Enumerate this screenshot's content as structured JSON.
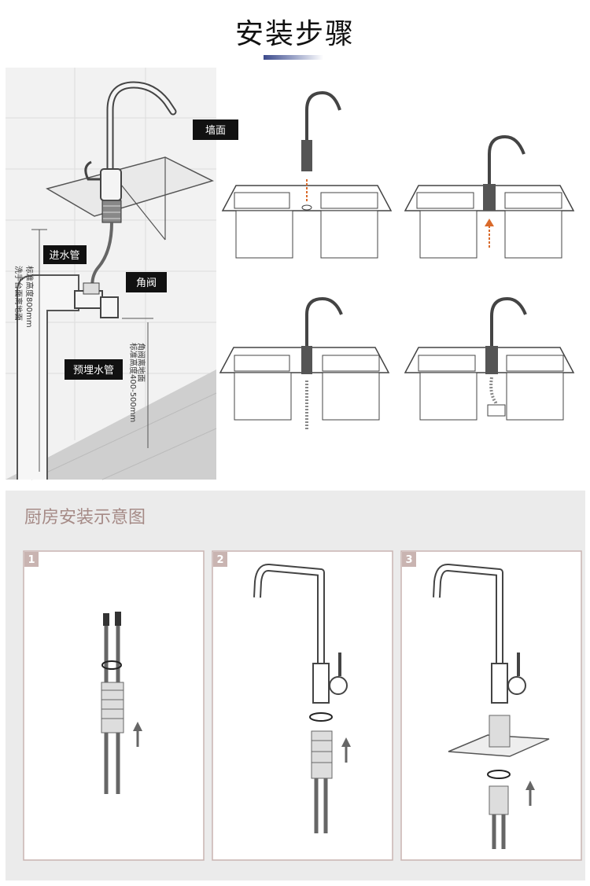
{
  "title": "安装步骤",
  "wall_diagram": {
    "wall_label": "墙面",
    "inlet_pipe_label": "进水管",
    "angle_valve_label": "角阀",
    "embedded_pipe_label": "预埋水管",
    "basin_height_label_line1": "标准高度800mm",
    "basin_height_label_line2": "洗手台面离地面",
    "valve_height_label_line1": "角阀离地面",
    "valve_height_label_line2": "标准高度400-500mm"
  },
  "kitchen": {
    "title": "厨房安装示意图",
    "steps": [
      "1",
      "2",
      "3"
    ]
  },
  "colors": {
    "accent": "#3c4a8c",
    "panel_bg": "#ebebeb",
    "section_title": "#a58a86",
    "callout_bg": "#111111"
  }
}
